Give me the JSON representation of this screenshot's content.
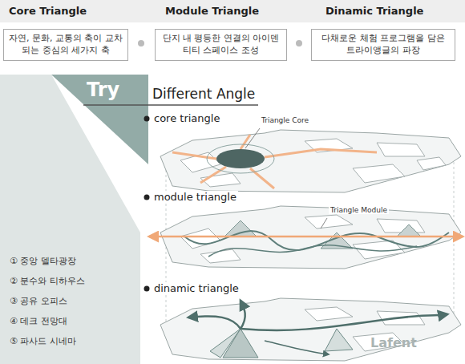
{
  "diagram": {
    "nodes": [
      {
        "text": [
          "Core Triangle",
          "자연, 문화, 교통의 축이 교차되는 중심의 세가지 축"
        ]
      },
      {
        "text": [
          "Module Triangle",
          "단지 내 평등한 연결의 아이덴티티 스페이스 조성"
        ]
      },
      {
        "text": [
          "Dinamic Triangle",
          "다채로운 체험 프로그램을 담은 트라이앵글의 파장"
        ]
      }
    ],
    "labels": [
      "Try",
      "Different Angle",
      "core triangle",
      "Triangle Core",
      "module triangle",
      "Triangle Module",
      "dinamic triangle",
      "① 중앙 델타광장",
      "② 분수와 티하우스",
      "③ 공유 오피스",
      "④ 데크 전망대",
      "⑤ 파사드 시네마",
      "Lafent"
    ]
  }
}
